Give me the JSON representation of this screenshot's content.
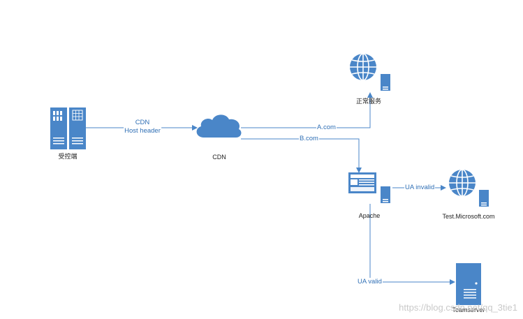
{
  "nodes": {
    "controller": {
      "label": "受控端",
      "icon": "server-rack-icon"
    },
    "cdn": {
      "label": "CDN",
      "icon": "cloud-icon"
    },
    "normal": {
      "label": "正常服务",
      "icon": "web-server-icon"
    },
    "apache": {
      "label": "Apache",
      "icon": "web-page-server-icon"
    },
    "microsoft": {
      "label": "Test.Microsoft.com",
      "icon": "web-server-icon"
    },
    "teamserver": {
      "label": "Teamserver",
      "icon": "tower-server-icon"
    }
  },
  "edges": {
    "controller_to_cdn": {
      "line1": "CDN",
      "line2": "Host header"
    },
    "cdn_to_normal": {
      "label": "A.com"
    },
    "cdn_to_apache": {
      "label": "B.com"
    },
    "apache_to_microsoft": {
      "label": "UA invalid"
    },
    "apache_to_teamserver": {
      "label": "UA valid"
    }
  },
  "watermark": "https://blog.csdn.net/qq_3tie1",
  "colors": {
    "line": "#4a86c8",
    "icon": "#4a86c8",
    "icon_dark": "#2e6aa8"
  }
}
